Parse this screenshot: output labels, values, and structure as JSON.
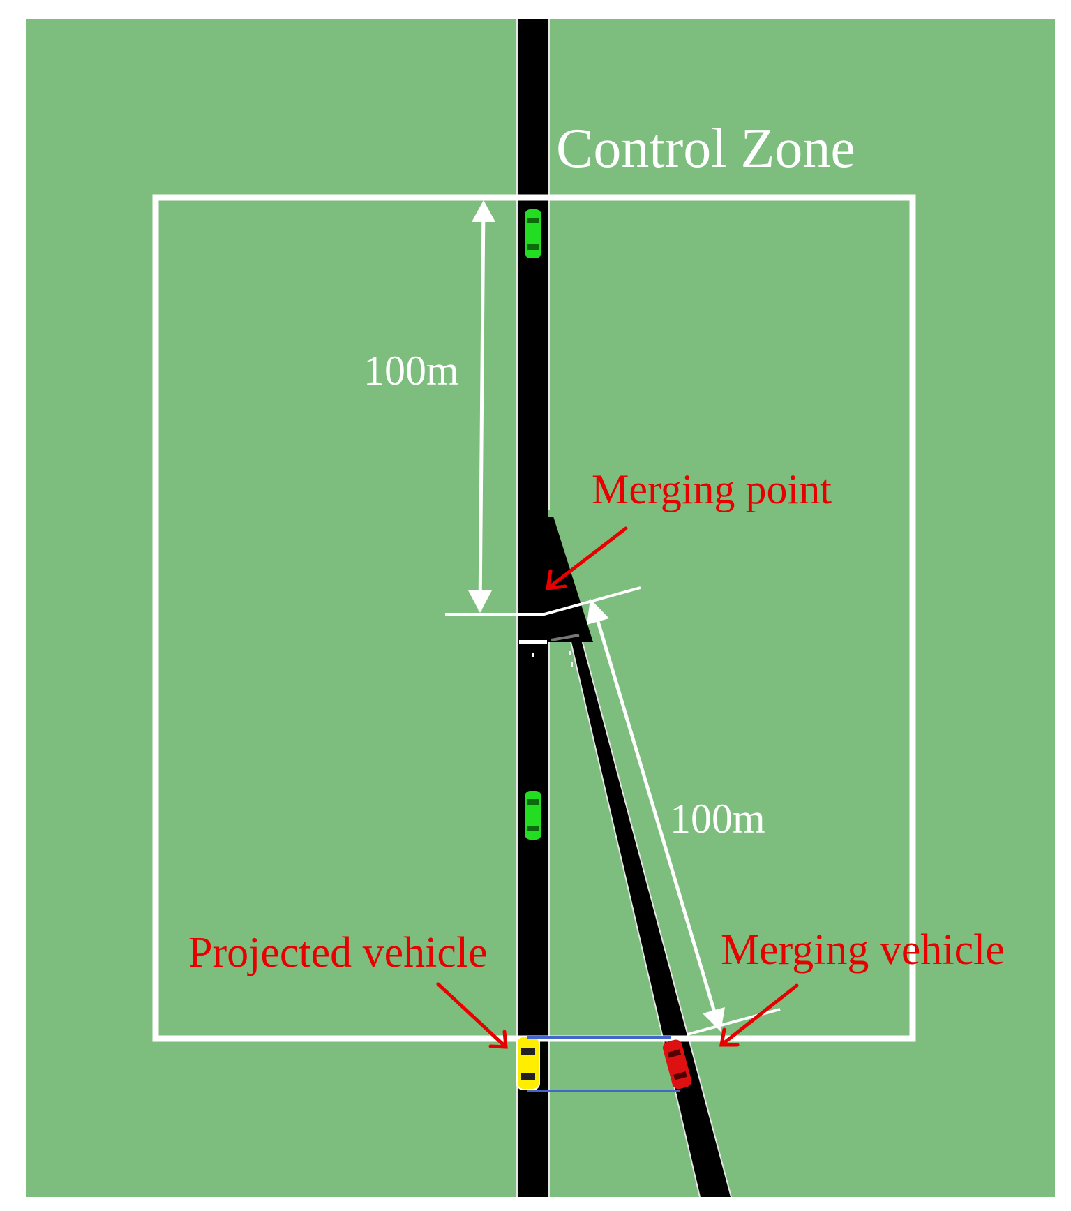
{
  "labels": {
    "control_zone": "Control Zone",
    "distance_main": "100m",
    "distance_ramp": "100m",
    "merging_point": "Merging point",
    "projected_vehicle": "Projected vehicle",
    "merging_vehicle": "Merging vehicle"
  },
  "colors": {
    "grass": "#7dbd7d",
    "road": "#000000",
    "road_edge": "#e6e6e6",
    "boundary": "#ffffff",
    "annotation": "#e60000",
    "vehicle_main": "#22dd22",
    "vehicle_projected": "#ffee00",
    "vehicle_merging": "#dd1111",
    "projection_line": "#4466cc"
  }
}
